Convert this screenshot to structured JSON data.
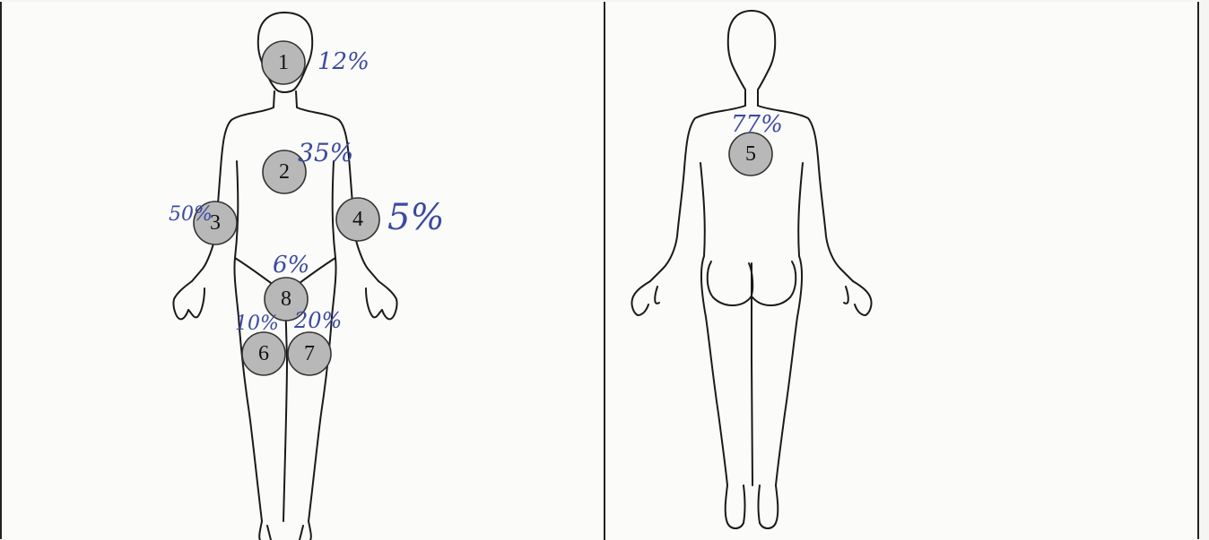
{
  "front_view": {
    "markers": [
      {
        "id": "1",
        "annotation": "12%"
      },
      {
        "id": "2",
        "annotation": "35%"
      },
      {
        "id": "3",
        "annotation": "50%"
      },
      {
        "id": "4",
        "annotation": "5%"
      },
      {
        "id": "8",
        "annotation": "6%"
      },
      {
        "id": "6",
        "annotation": "10%"
      },
      {
        "id": "7",
        "annotation": "20%"
      }
    ]
  },
  "back_view": {
    "markers": [
      {
        "id": "5",
        "annotation": "77%"
      }
    ]
  }
}
